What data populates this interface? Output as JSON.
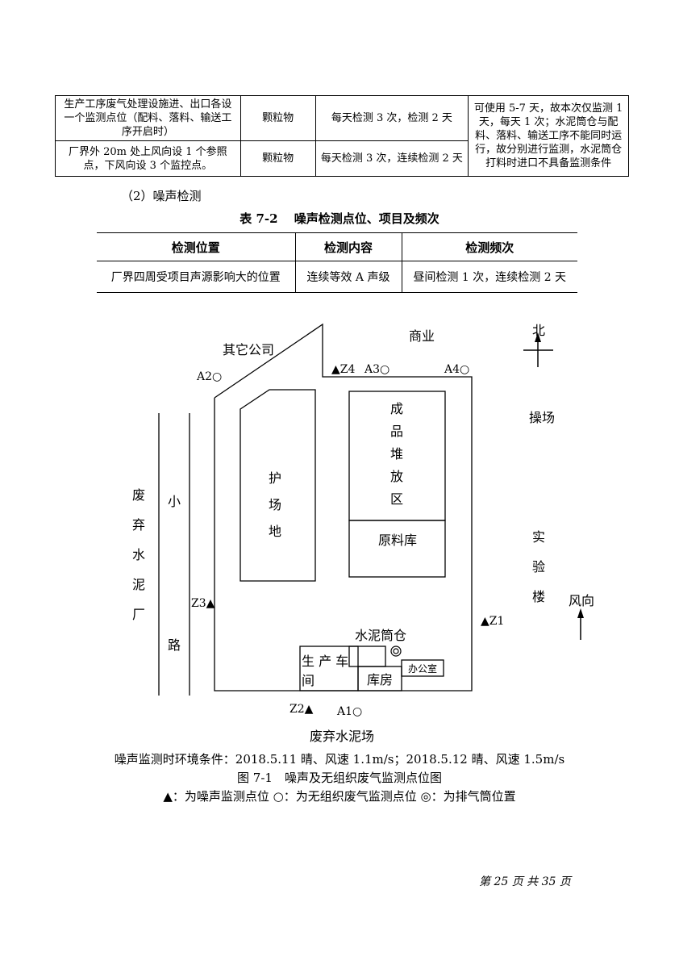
{
  "table1": {
    "rows": [
      {
        "location": "生产工序废气处理设施进、出口各设一个监测点位（配料、落料、输送工序开启时）",
        "item": "颗粒物",
        "frequency": "每天检测 3 次，检测 2 天"
      },
      {
        "location": "厂界外 20m 处上风向设 1 个参照点，下风向设 3 个监控点。",
        "item": "颗粒物",
        "frequency": "每天检测 3 次，连续检测 2 天"
      }
    ],
    "note": "可使用 5-7 天，故本次仅监测 1 天，每天 1 次；水泥筒仓与配料、落料、输送工序不能同时运行，故分别进行监测，水泥筒仓打料时进口不具备监测条件"
  },
  "section_heading": "（2）噪声检测",
  "table2": {
    "caption": "表 7-2　 噪声检测点位、项目及频次",
    "headers": [
      "检测位置",
      "检测内容",
      "检测频次"
    ],
    "row": [
      "厂界四周受项目声源影响大的位置",
      "连续等效 A 声级",
      "昼间检测 1 次，连续检测 2 天"
    ]
  },
  "map": {
    "other_company": "其它公司",
    "commerce": "商业",
    "north": "北",
    "playground": "操场",
    "lab_building": [
      "实",
      "验",
      "楼"
    ],
    "wind_direction": "风向",
    "abandoned_factory": [
      "废",
      "弃",
      "水",
      "泥",
      "厂"
    ],
    "small_road_top": "小",
    "small_road_bottom": "路",
    "yard": [
      "护",
      "场",
      "地"
    ],
    "product_area": [
      "成",
      "品",
      "堆",
      "放",
      "区"
    ],
    "raw_material": "原料库",
    "silo": "水泥筒仓",
    "office": "办公室",
    "workshop_line1": "生 产 车",
    "workshop_line2": "间",
    "warehouse": "库房",
    "abandoned_yard": "废弃水泥场",
    "points": {
      "A1": "A1○",
      "A2": "A2○",
      "A3": "A3○",
      "A4": "A4○",
      "Z1": "▲Z1",
      "Z2": "Z2▲",
      "Z3": "Z3▲",
      "Z4": "▲Z4"
    }
  },
  "env_condition": "噪声监测时环境条件：2018.5.11 晴、风速 1.1m/s；2018.5.12 晴、风速 1.5m/s",
  "figure_caption": "图 7-1　噪声及无组织废气监测点位图",
  "legend": "▲：为噪声监测点位 ○：为无组织废气监测点位 ◎：为排气筒位置",
  "footer": "第 25 页 共 35 页"
}
